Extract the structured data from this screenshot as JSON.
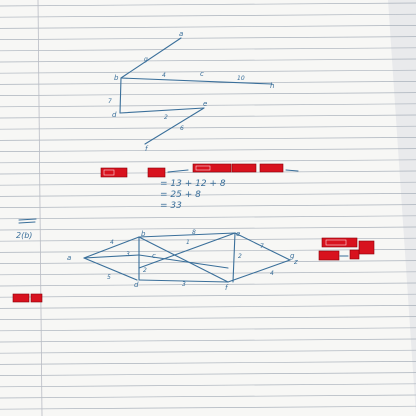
{
  "note": {
    "tree_labels": [
      "a",
      "g",
      "b",
      "4",
      "c",
      "10",
      "h",
      "7",
      "d",
      "2",
      "e",
      "6",
      "f"
    ],
    "expression_lines": [
      "= 13 + 12 + 8",
      "= 25 + 8",
      "= 33"
    ],
    "section_label": "2(b)",
    "graph_nodes": [
      "a",
      "b",
      "c",
      "d",
      "e",
      "f",
      "g",
      "z"
    ],
    "graph_weights": [
      "4",
      "8",
      "3",
      "1",
      "2",
      "5",
      "3",
      "2",
      "7",
      "4"
    ]
  },
  "redaction_color": "#d8121e"
}
